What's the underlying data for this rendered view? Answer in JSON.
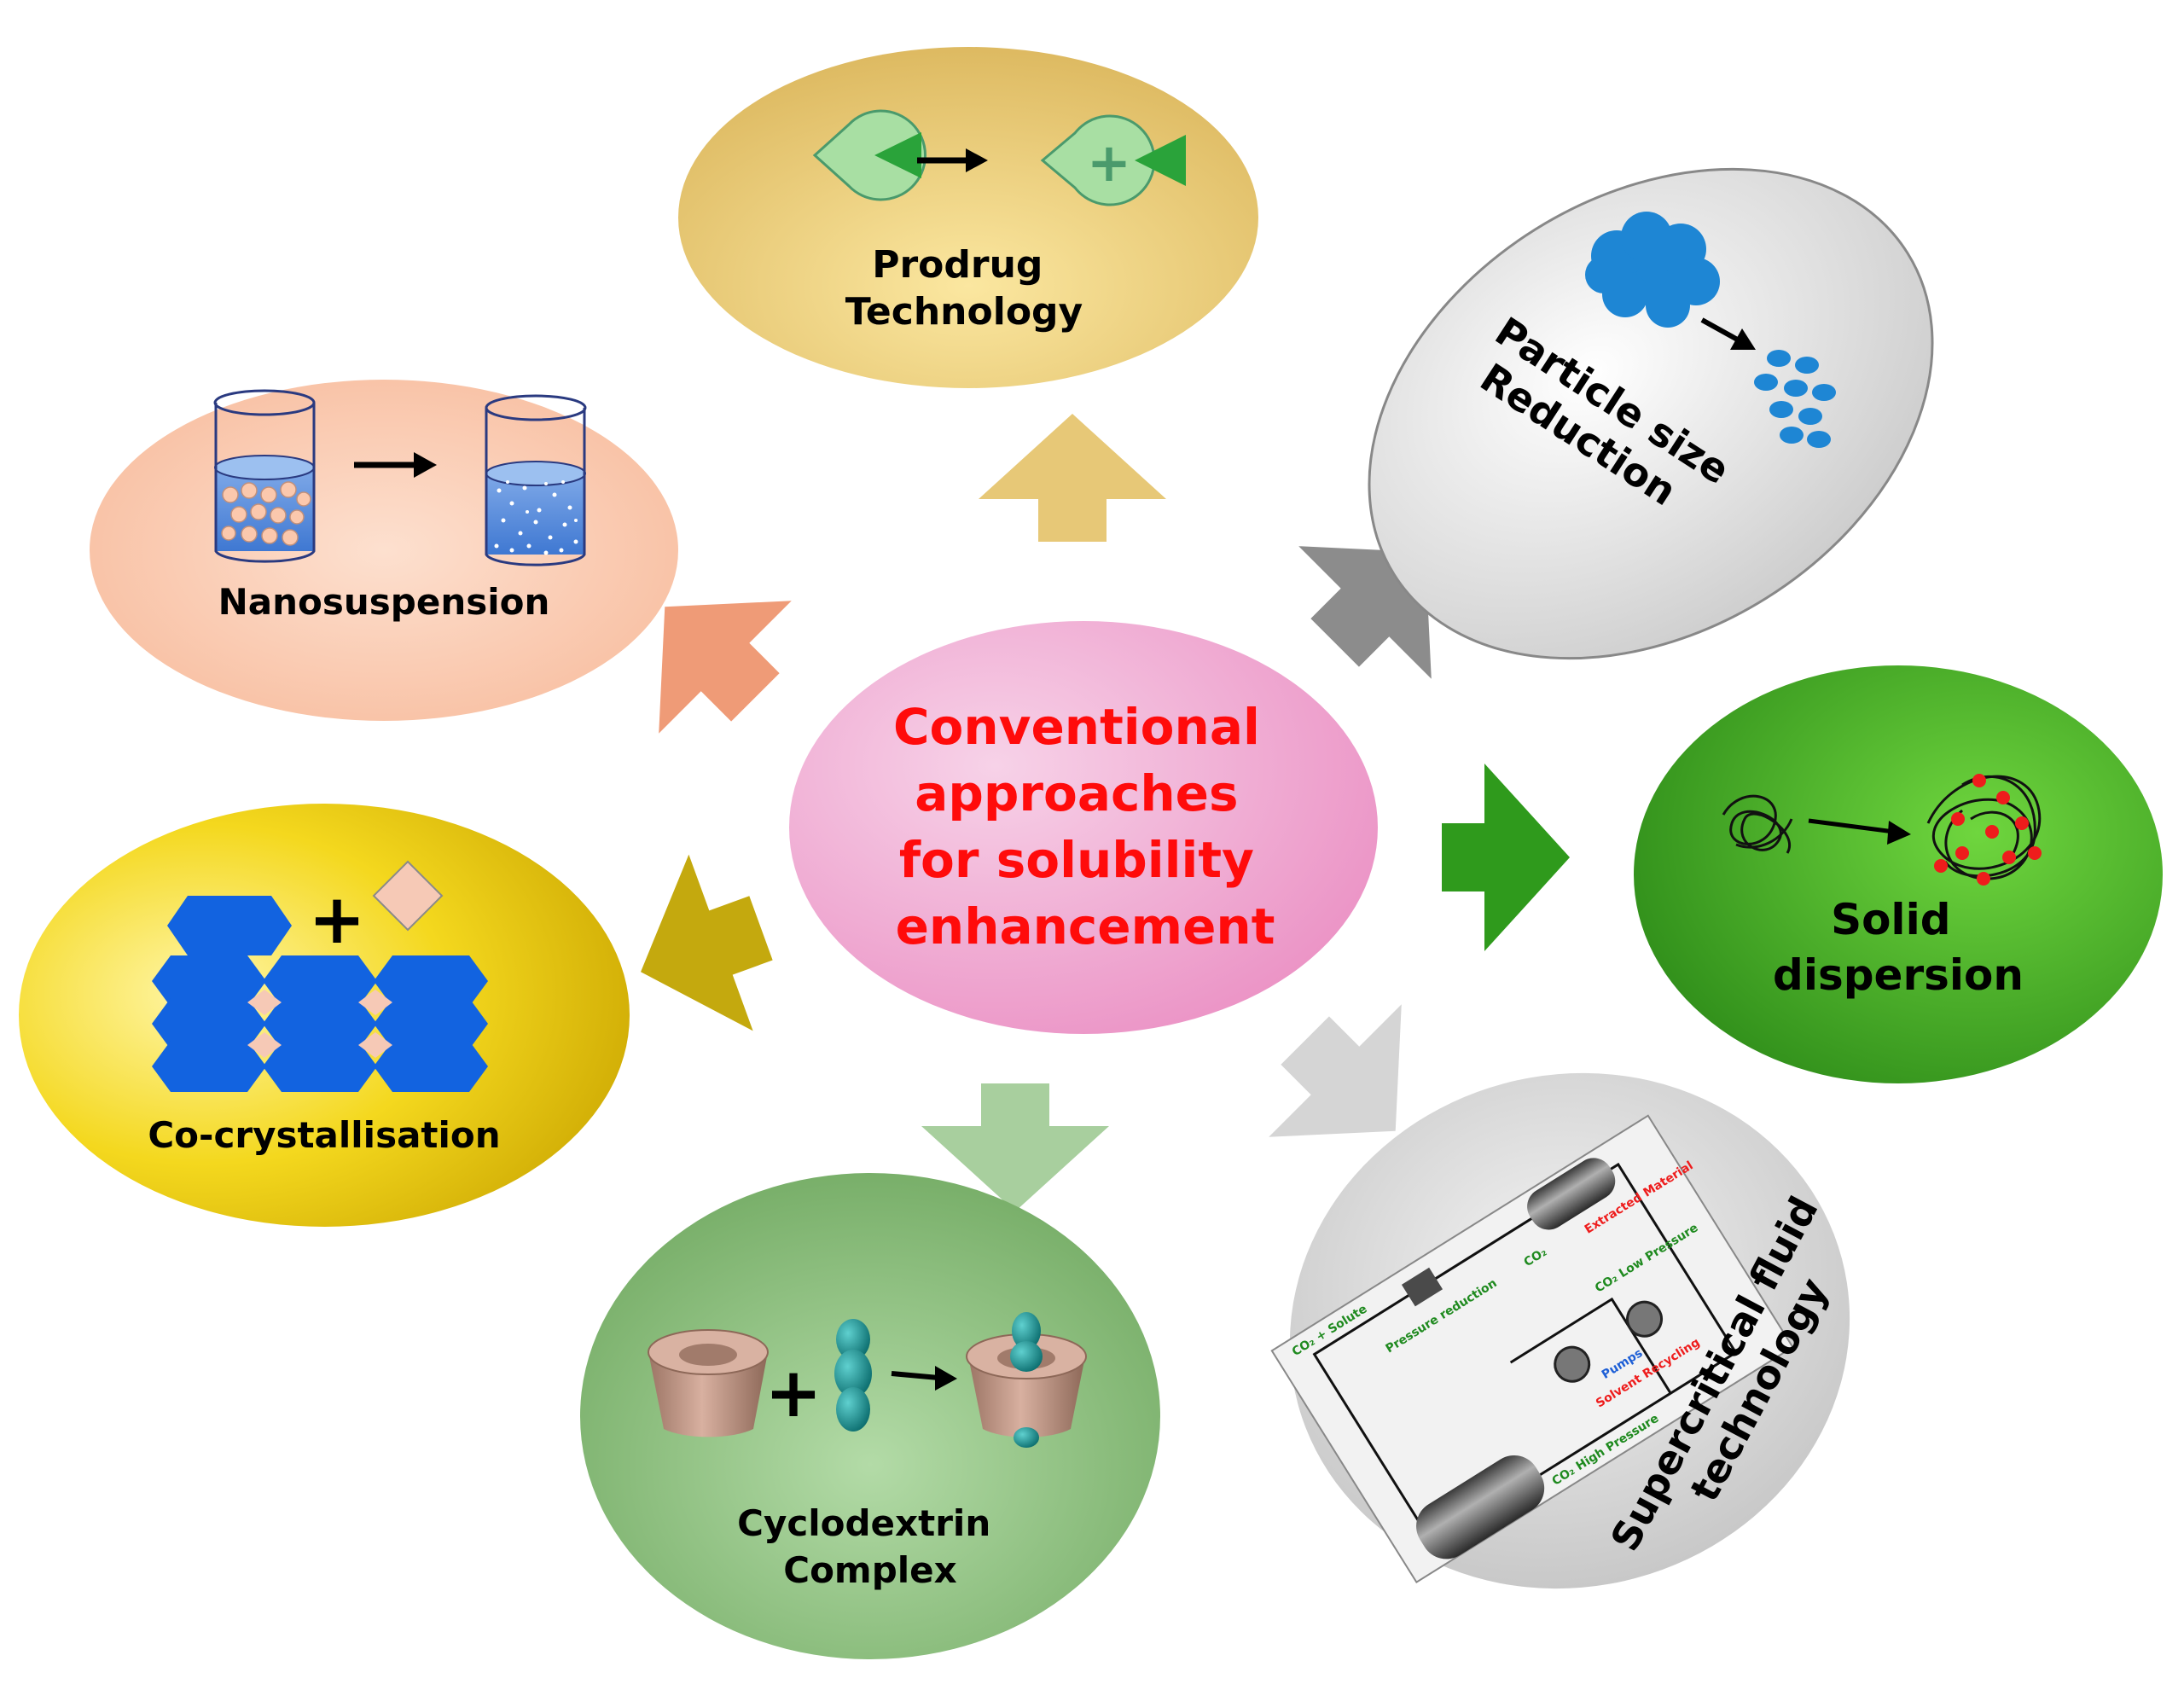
{
  "center": {
    "lines": [
      "Conventional",
      "approaches",
      "for solubility",
      "enhancement"
    ]
  },
  "nodes": {
    "prodrug": {
      "lines": [
        "Prodrug",
        "Technology"
      ]
    },
    "particle": {
      "lines": [
        "Particle size",
        "Reduction"
      ]
    },
    "nanosuspension": {
      "lines": [
        "Nanosuspension"
      ]
    },
    "solid": {
      "lines": [
        "Solid",
        "dispersion"
      ]
    },
    "cocrystal": {
      "lines": [
        "Co-crystallisation"
      ]
    },
    "supercritical": {
      "lines": [
        "Supercritical fluid",
        "technology"
      ]
    },
    "cyclodextrin": {
      "lines": [
        "Cyclodextrin",
        "Complex"
      ]
    }
  },
  "sfe_labels": {
    "co2_solute": "CO₂ + Solute",
    "pressure_reduction": "Pressure reduction",
    "co2": "CO₂",
    "extracted_material": "Extracted Material",
    "co2_low": "CO₂ Low Pressure",
    "pumps": "Pumps",
    "solvent_recycling": "Solvent Recycling",
    "co2_high": "CO₂ High Pressure"
  },
  "colors": {
    "center_text": "#ff0b0b",
    "prodrug": "#f0cf6a",
    "particle": "#e6e6e6",
    "nanosuspension": "#fbc8ad",
    "solid": "#3fa822",
    "cocrystal": "#efcc0c",
    "supercritical": "#d8d8d8",
    "cyclodextrin": "#8cc07f",
    "hexagon": "#1263e0",
    "diamond": "#f6c9b6",
    "droplet": "#1e86d4"
  }
}
